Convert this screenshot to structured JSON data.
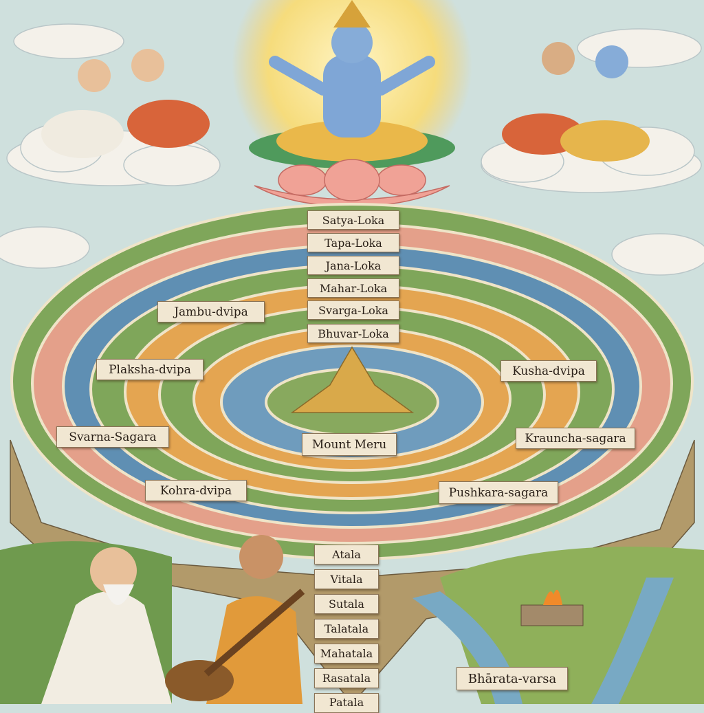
{
  "colors": {
    "sky": "#cfe0dd",
    "sun": "#f6dc7c",
    "ring_green": "#7fa65a",
    "ring_pink": "#e4a08a",
    "ring_blue": "#5f8fb3",
    "ring_orange": "#e4a551",
    "label_bg": "#f1e7d2"
  },
  "heavenly_realms": [
    "Satya-Loka",
    "Tapa-Loka",
    "Jana-Loka",
    "Mahar-Loka",
    "Svarga-Loka",
    "Bhuvar-Loka"
  ],
  "continents_and_oceans": {
    "jambu": "Jambu-dvipa",
    "plaksha": "Plaksha-dvipa",
    "kusha": "Kusha-dvipa",
    "svarna": "Svarna-Sagara",
    "meru": "Mount Meru",
    "krauncha": "Krauncha-sagara",
    "kohra": "Kohra-dvipa",
    "pushkara": "Pushkara-sagara"
  },
  "nether_realms": [
    "Atala",
    "Vitala",
    "Sutala",
    "Talatala",
    "Mahatala",
    "Rasatala",
    "Patala"
  ],
  "region": "Bhārata-varsa"
}
